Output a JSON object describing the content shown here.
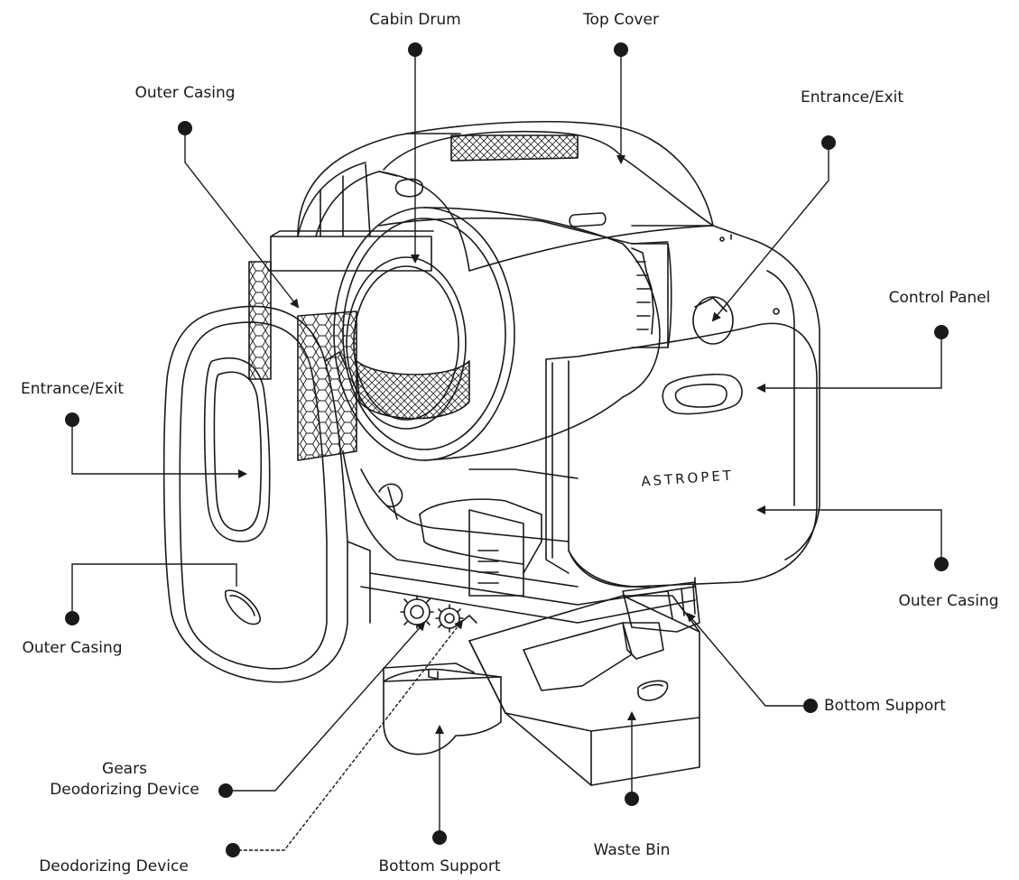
{
  "product": {
    "brand_mark": "ASTROPET"
  },
  "labels": {
    "cabin_drum": "Cabin Drum",
    "top_cover": "Top Cover",
    "outer_casing_top": "Outer Casing",
    "entrance_exit_right": "Entrance/Exit",
    "control_panel": "Control Panel",
    "entrance_exit_left": "Entrance/Exit",
    "outer_casing_right": "Outer Casing",
    "outer_casing_left": "Outer Casing",
    "bottom_support_right": "Bottom Support",
    "gears": "Gears",
    "deodorizing_device_1": "Deodorizing Device",
    "deodorizing_device_2": "Deodorizing Device",
    "bottom_support_bottom": "Bottom Support",
    "waste_bin": "Waste Bin"
  },
  "colors": {
    "line": "#1a1a1a",
    "background": "#ffffff"
  }
}
